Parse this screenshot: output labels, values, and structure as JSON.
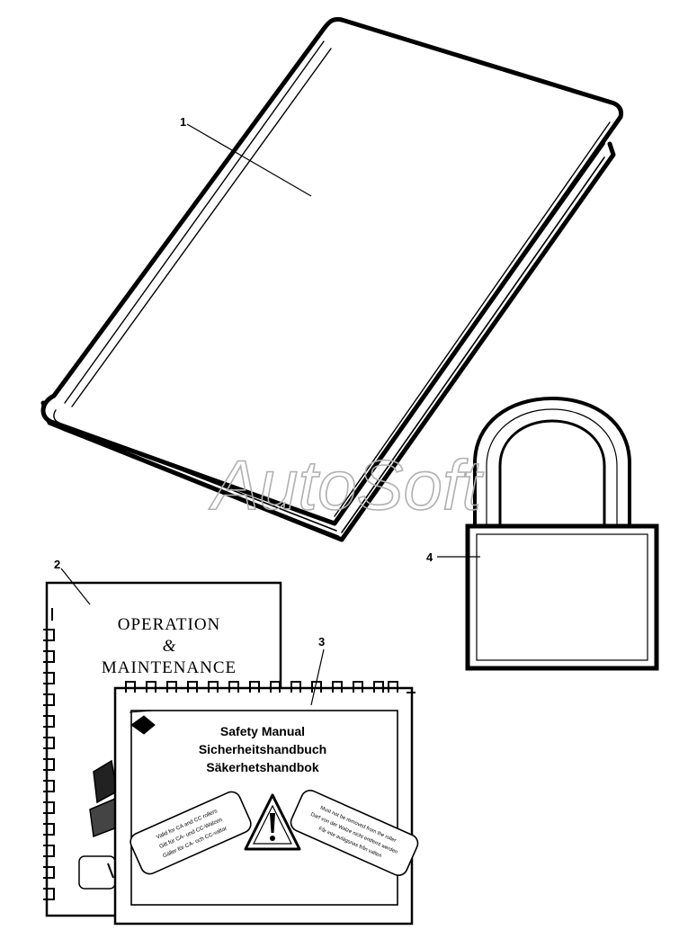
{
  "watermark": "AutoSoft",
  "callouts": {
    "c1": "1",
    "c2": "2",
    "c3": "3",
    "c4": "4"
  },
  "operation_manual": {
    "line1": "OPERATION",
    "line2": "&",
    "line3": "MAINTENANCE"
  },
  "safety_manual": {
    "title_en": "Safety Manual",
    "title_de": "Sicherheitshandbuch",
    "title_sv": "Säkerhetshandbok",
    "left_label": {
      "line1": "Valid for CA and CC rollers",
      "line2": "Gilt für CA- und CC-Walzen",
      "line3": "Gäller för CA- och CC-valtar"
    },
    "right_label": {
      "line1": "Must not be removed from the roller",
      "line2": "Darf von der Walze nicht entfernt werden",
      "line3": "Får inte avlägsnas från valten"
    }
  },
  "colors": {
    "ink": "#000000",
    "paper": "#ffffff",
    "watermark": "#b0b0b0"
  }
}
